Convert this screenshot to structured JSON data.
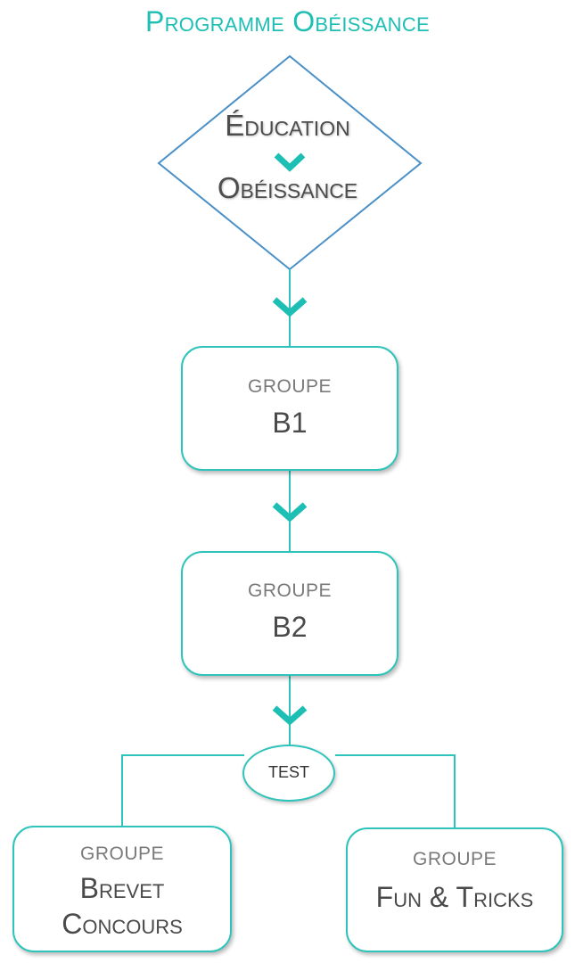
{
  "title": "Programme Obéissance",
  "diamond": {
    "line1": "Éducation",
    "line2": "Obéissance"
  },
  "groups": [
    {
      "label": "GROUPE",
      "name": "B1"
    },
    {
      "label": "GROUPE",
      "name": "B2"
    },
    {
      "label": "GROUPE",
      "name_line1": "Brevet",
      "name_line2": "Concours"
    },
    {
      "label": "GROUPE",
      "name": "Fun & Tricks"
    }
  ],
  "test_label": "TEST",
  "colors": {
    "accent": "#1dbfb4",
    "diamond_border": "#4a90c8",
    "text": "#4d4d4d"
  }
}
